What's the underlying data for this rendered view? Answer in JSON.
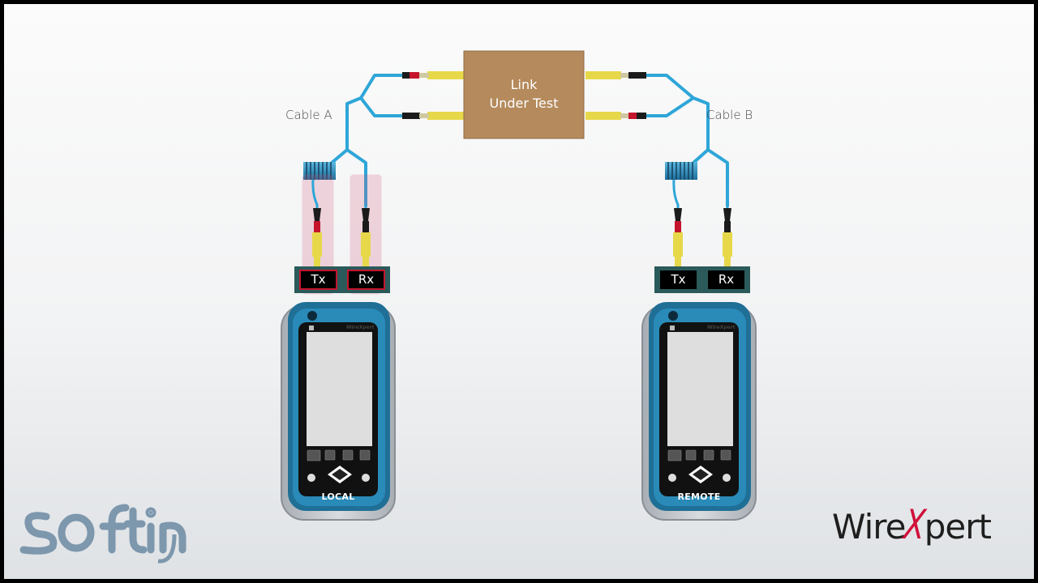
{
  "link_box": {
    "line1": "Link",
    "line2": "Under Test"
  },
  "cables": {
    "a": "Cable A",
    "b": "Cable B"
  },
  "local": {
    "tx": "Tx",
    "rx": "Rx",
    "label": "LOCAL",
    "brand": "WireXpert"
  },
  "remote": {
    "tx": "Tx",
    "rx": "Rx",
    "label": "REMOTE",
    "brand": "WireXpert"
  },
  "logos": {
    "softing": "softing",
    "wirexpert_pre": "Wire",
    "wirexpert_x": "X",
    "wirexpert_post": "pert"
  },
  "colors": {
    "fiber": "#2ea6d8",
    "link_box": "#b58a5c",
    "highlight": "#d2557a",
    "device_teal": "#1f6f96",
    "connector_yellow": "#e7d84a",
    "boot_red": "#c4152c",
    "softing_blue": "#7d97ad",
    "wirexpert_red": "#d0103a"
  }
}
